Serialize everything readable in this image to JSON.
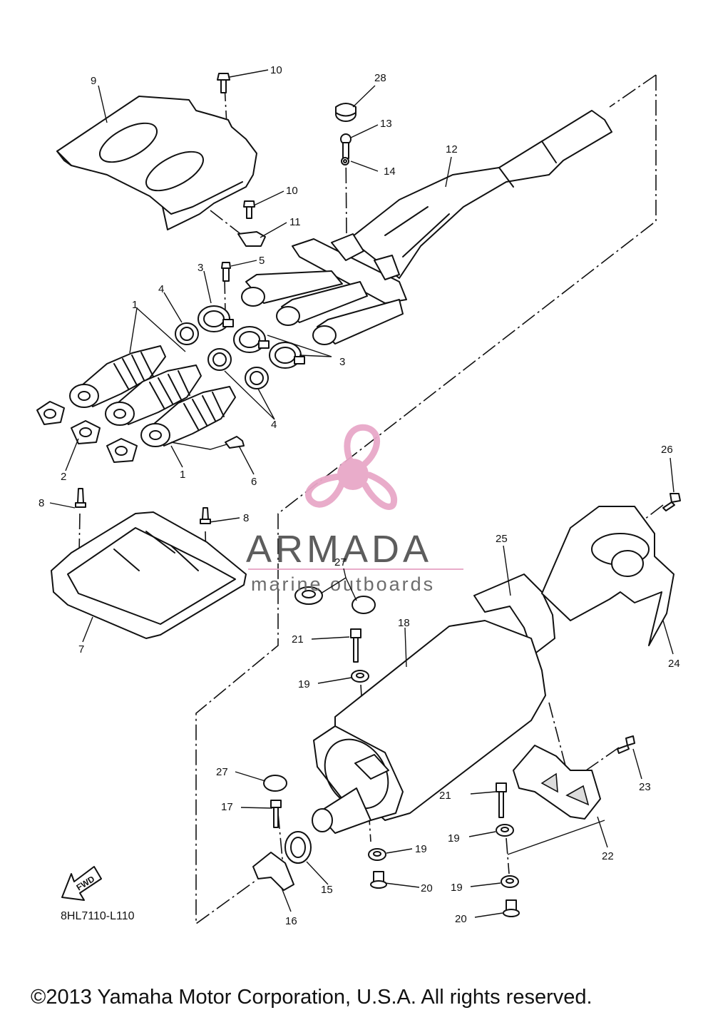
{
  "diagram": {
    "drawing_code": "8HL7110-L110",
    "copyright": "©2013 Yamaha Motor Corporation, U.S.A. All rights reserved.",
    "fwd_label": "FWD",
    "watermark": {
      "title": "ARMADA",
      "subtitle": "marine outboards",
      "accent_color": "#e8a8c8"
    },
    "callouts": [
      {
        "id": "c1a",
        "text": "1"
      },
      {
        "id": "c1b",
        "text": "1"
      },
      {
        "id": "c2",
        "text": "2"
      },
      {
        "id": "c3a",
        "text": "3"
      },
      {
        "id": "c3b",
        "text": "3"
      },
      {
        "id": "c4a",
        "text": "4"
      },
      {
        "id": "c4b",
        "text": "4"
      },
      {
        "id": "c5",
        "text": "5"
      },
      {
        "id": "c6",
        "text": "6"
      },
      {
        "id": "c7",
        "text": "7"
      },
      {
        "id": "c8a",
        "text": "8"
      },
      {
        "id": "c8b",
        "text": "8"
      },
      {
        "id": "c9",
        "text": "9"
      },
      {
        "id": "c10a",
        "text": "10"
      },
      {
        "id": "c10b",
        "text": "10"
      },
      {
        "id": "c11",
        "text": "11"
      },
      {
        "id": "c12",
        "text": "12"
      },
      {
        "id": "c13",
        "text": "13"
      },
      {
        "id": "c14",
        "text": "14"
      },
      {
        "id": "c15",
        "text": "15"
      },
      {
        "id": "c16",
        "text": "16"
      },
      {
        "id": "c17",
        "text": "17"
      },
      {
        "id": "c18",
        "text": "18"
      },
      {
        "id": "c19a",
        "text": "19"
      },
      {
        "id": "c19b",
        "text": "19"
      },
      {
        "id": "c19c",
        "text": "19"
      },
      {
        "id": "c19d",
        "text": "19"
      },
      {
        "id": "c20a",
        "text": "20"
      },
      {
        "id": "c20b",
        "text": "20"
      },
      {
        "id": "c21a",
        "text": "21"
      },
      {
        "id": "c21b",
        "text": "21"
      },
      {
        "id": "c22",
        "text": "22"
      },
      {
        "id": "c23",
        "text": "23"
      },
      {
        "id": "c24",
        "text": "24"
      },
      {
        "id": "c25",
        "text": "25"
      },
      {
        "id": "c26",
        "text": "26"
      },
      {
        "id": "c27a",
        "text": "27"
      },
      {
        "id": "c27b",
        "text": "27"
      },
      {
        "id": "c28",
        "text": "28"
      }
    ]
  }
}
